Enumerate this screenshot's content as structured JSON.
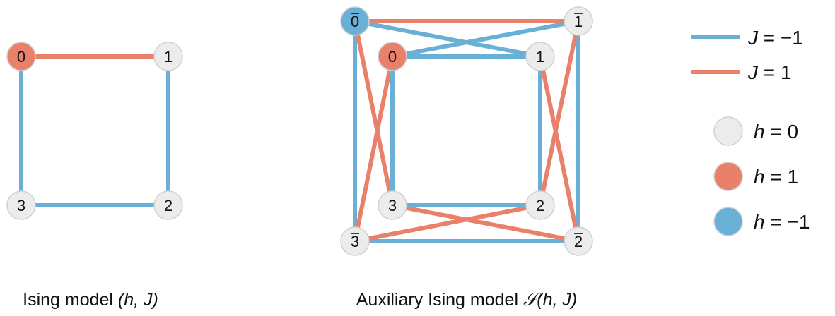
{
  "colors": {
    "j_neg": "#6ab0d6",
    "j_pos": "#e8806a",
    "h_zero": "#ececec",
    "h_pos": "#e8806a",
    "h_neg": "#6ab0d6"
  },
  "left_graph": {
    "nodes": [
      {
        "label": "0",
        "h": 1
      },
      {
        "label": "1",
        "h": 0
      },
      {
        "label": "2",
        "h": 0
      },
      {
        "label": "3",
        "h": 0
      }
    ],
    "edges": [
      {
        "from": "0",
        "to": "1",
        "J": 1
      },
      {
        "from": "1",
        "to": "2",
        "J": -1
      },
      {
        "from": "2",
        "to": "3",
        "J": -1
      },
      {
        "from": "3",
        "to": "0",
        "J": -1
      }
    ]
  },
  "right_graph": {
    "nodes": [
      {
        "label": "0",
        "bar": false,
        "h": 1
      },
      {
        "label": "1",
        "bar": false,
        "h": 0
      },
      {
        "label": "2",
        "bar": false,
        "h": 0
      },
      {
        "label": "3",
        "bar": false,
        "h": 0
      },
      {
        "label": "0",
        "bar": true,
        "h": -1
      },
      {
        "label": "1",
        "bar": true,
        "h": 0
      },
      {
        "label": "2",
        "bar": true,
        "h": 0
      },
      {
        "label": "3",
        "bar": true,
        "h": 0
      }
    ],
    "edges": [
      {
        "from": "0b",
        "to": "1b",
        "J": 1
      },
      {
        "from": "0b",
        "to": "1",
        "J": -1
      },
      {
        "from": "1b",
        "to": "0",
        "J": -1
      },
      {
        "from": "0b",
        "to": "3b",
        "J": -1
      },
      {
        "from": "1b",
        "to": "2b",
        "J": -1
      },
      {
        "from": "3b",
        "to": "2b",
        "J": -1
      },
      {
        "from": "0b",
        "to": "3",
        "J": 1
      },
      {
        "from": "0",
        "to": "3b",
        "J": 1
      },
      {
        "from": "1b",
        "to": "2",
        "J": 1
      },
      {
        "from": "1",
        "to": "2b",
        "J": 1
      },
      {
        "from": "3b",
        "to": "2",
        "J": 1
      },
      {
        "from": "3",
        "to": "2b",
        "J": 1
      },
      {
        "from": "0",
        "to": "1",
        "J": -1
      },
      {
        "from": "1",
        "to": "2",
        "J": -1
      },
      {
        "from": "3",
        "to": "2",
        "J": -1
      },
      {
        "from": "0",
        "to": "3",
        "J": -1
      }
    ]
  },
  "legend": {
    "edges": [
      {
        "J": -1,
        "label": "J = −1"
      },
      {
        "J": 1,
        "label": "J = 1"
      }
    ],
    "nodes": [
      {
        "h": 0,
        "label": "h = 0"
      },
      {
        "h": 1,
        "label": "h = 1"
      },
      {
        "h": -1,
        "label": "h = −1"
      }
    ]
  },
  "captions": {
    "left": {
      "text": "Ising model ",
      "math": "(h, J)"
    },
    "right": {
      "text": "Auxiliary Ising model ",
      "math": "𝒮(h, J)"
    }
  }
}
